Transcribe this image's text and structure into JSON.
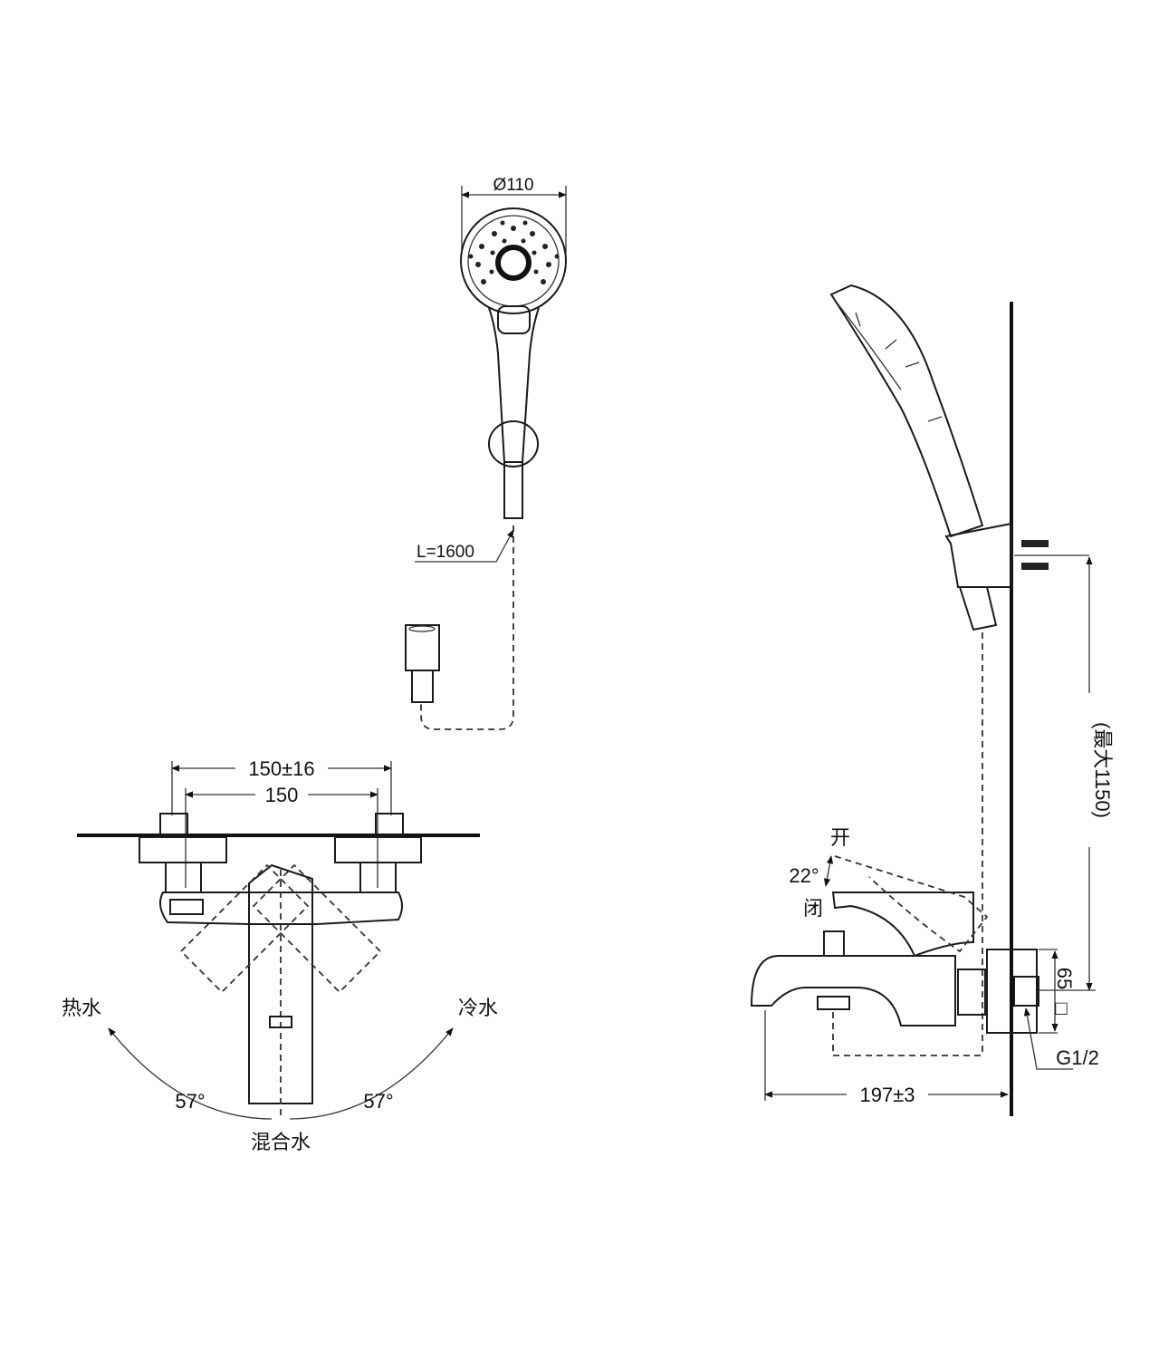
{
  "handshower_front": {
    "diameter_label": "Ø110",
    "hose_length_label": "L=1600"
  },
  "faucet_front": {
    "outer_dimension_label": "150±16",
    "inner_dimension_label": "150",
    "hot_water_label": "热水",
    "cold_water_label": "冷水",
    "hot_angle_label": "57°",
    "cold_angle_label": "57°",
    "mixed_water_label": "混合水"
  },
  "side_view": {
    "open_label": "开",
    "lever_angle_label": "22°",
    "closed_label": "闭",
    "max_height_label": "(最大1150)",
    "connection_label": "65",
    "square_label": "□",
    "thread_label": "G1/2",
    "projection_label": "197±3"
  },
  "colors": {
    "line": "#1a1a1a",
    "background": "#ffffff"
  }
}
